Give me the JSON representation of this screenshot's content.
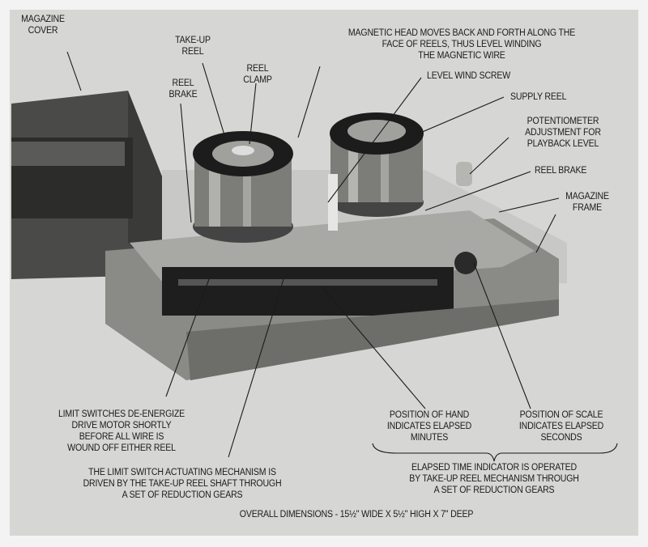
{
  "labels": {
    "magazine_cover": "MAGAZINE\nCOVER",
    "take_up_reel": "TAKE-UP\nREEL",
    "reel_clamp": "REEL\nCLAMP",
    "reel_brake_left": "REEL\nBRAKE",
    "magnetic_head": "MAGNETIC HEAD MOVES BACK AND FORTH ALONG THE\nFACE OF REELS, THUS LEVEL WINDING\nTHE MAGNETIC WIRE",
    "level_wind_screw": "LEVEL WIND SCREW",
    "supply_reel": "SUPPLY REEL",
    "potentiometer": "POTENTIOMETER\nADJUSTMENT FOR\nPLAYBACK LEVEL",
    "reel_brake_right": "REEL BRAKE",
    "magazine_frame": "MAGAZINE\nFRAME",
    "limit_switches": "LIMIT SWITCHES DE-ENERGIZE\nDRIVE MOTOR SHORTLY\nBEFORE ALL WIRE IS\nWOUND OFF EITHER REEL",
    "limit_switch_mechanism": "THE LIMIT SWITCH ACTUATING MECHANISM IS\nDRIVEN BY THE TAKE-UP REEL SHAFT THROUGH\nA SET OF REDUCTION GEARS",
    "position_of_hand": "POSITION OF HAND\nINDICATES ELAPSED\nMINUTES",
    "position_of_scale": "POSITION OF SCALE\nINDICATES ELAPSED\nSECONDS",
    "elapsed_time": "ELAPSED TIME INDICATOR IS OPERATED\nBY TAKE-UP REEL MECHANISM THROUGH\nA SET OF REDUCTION GEARS",
    "overall_dimensions": "OVERALL DIMENSIONS - 15½\" WIDE X 5½\" HIGH X 7\" DEEP"
  }
}
